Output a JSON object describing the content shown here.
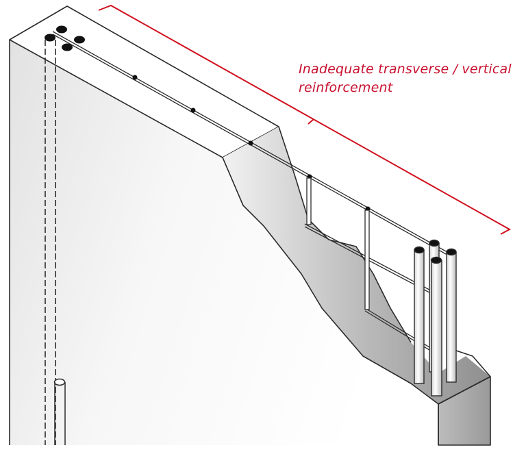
{
  "figure": {
    "subject": "Reinforced concrete wall with cut-away showing reinforcement",
    "annotation": {
      "line1": "Inadequate transverse / vertical",
      "line2": "reinforcement",
      "color": "#c8102e"
    },
    "colors": {
      "outline": "#2b2b2b",
      "concrete_light": "#f4f4f4",
      "concrete_dark": "#9a9a9a",
      "bracket": "#d0101e"
    }
  }
}
